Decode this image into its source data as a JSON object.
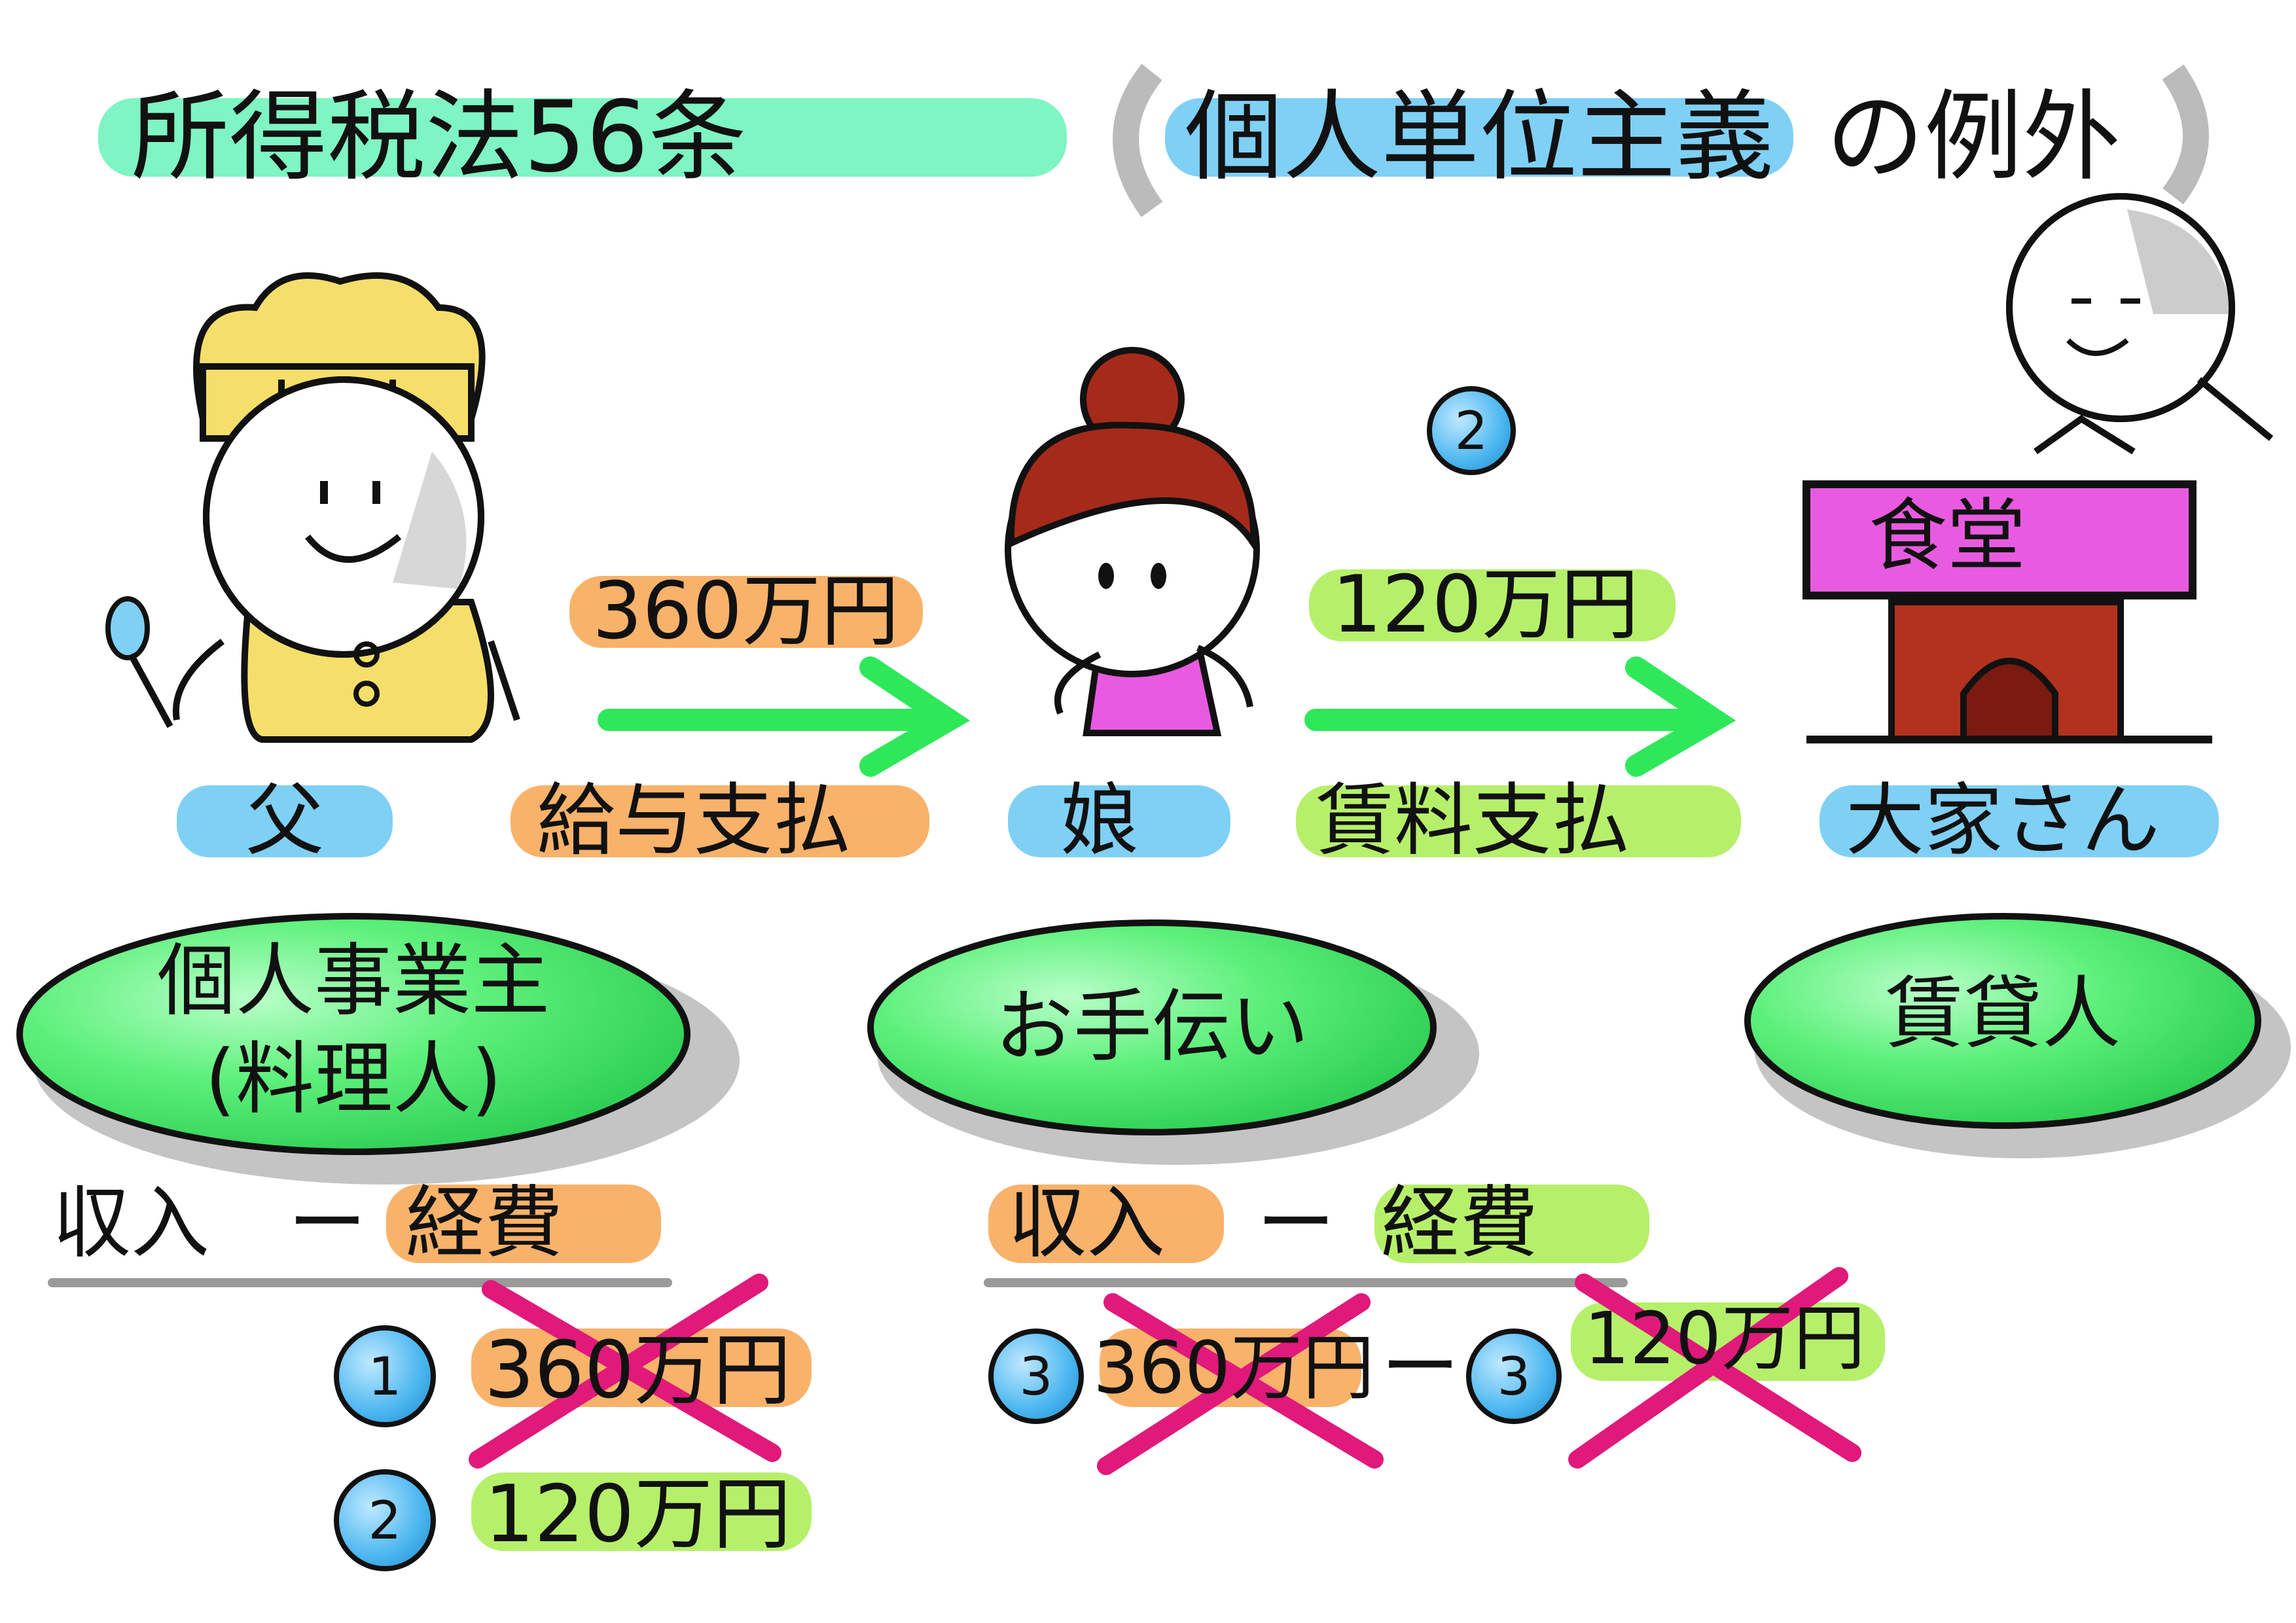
{
  "title": {
    "main": "所得税法56条",
    "paren_open": "(",
    "emphasis": "個人単位主義",
    "tail": "の例外",
    "paren_close": ")"
  },
  "people": {
    "father": {
      "label": "父",
      "role_line1": "個人事業主",
      "role_line2": "(料理人)"
    },
    "daughter": {
      "label": "娘",
      "role": "お手伝い"
    },
    "landlord": {
      "label": "大家さん",
      "role": "賃貸人",
      "sign": "食堂"
    }
  },
  "flows": {
    "salary": {
      "amount": "360万円",
      "label": "給与支払"
    },
    "rent": {
      "marker": "2",
      "amount": "120万円",
      "label": "賃料支払"
    }
  },
  "formulas": {
    "father": {
      "income": "収入",
      "minus": "ー",
      "expense": "経費",
      "items": [
        {
          "marker": "1",
          "value": "360万円",
          "crossed": true
        },
        {
          "marker": "2",
          "value": "120万円",
          "crossed": false
        }
      ]
    },
    "daughter": {
      "income": "収入",
      "minus": "ー",
      "expense": "経費",
      "items": [
        {
          "marker": "3",
          "value": "360万円",
          "crossed": true
        },
        {
          "marker": "3",
          "value": "120万円",
          "crossed": true
        }
      ],
      "operator": "ー"
    }
  },
  "colors": {
    "green_highlight": "#7ef5c2",
    "blue_highlight": "#7fd0f5",
    "orange_highlight": "#f9b26a",
    "lime_highlight": "#b6f06a",
    "arrow_green": "#2ee85a",
    "oval_green": "#5cf07a",
    "cross_pink": "#e0197a"
  }
}
